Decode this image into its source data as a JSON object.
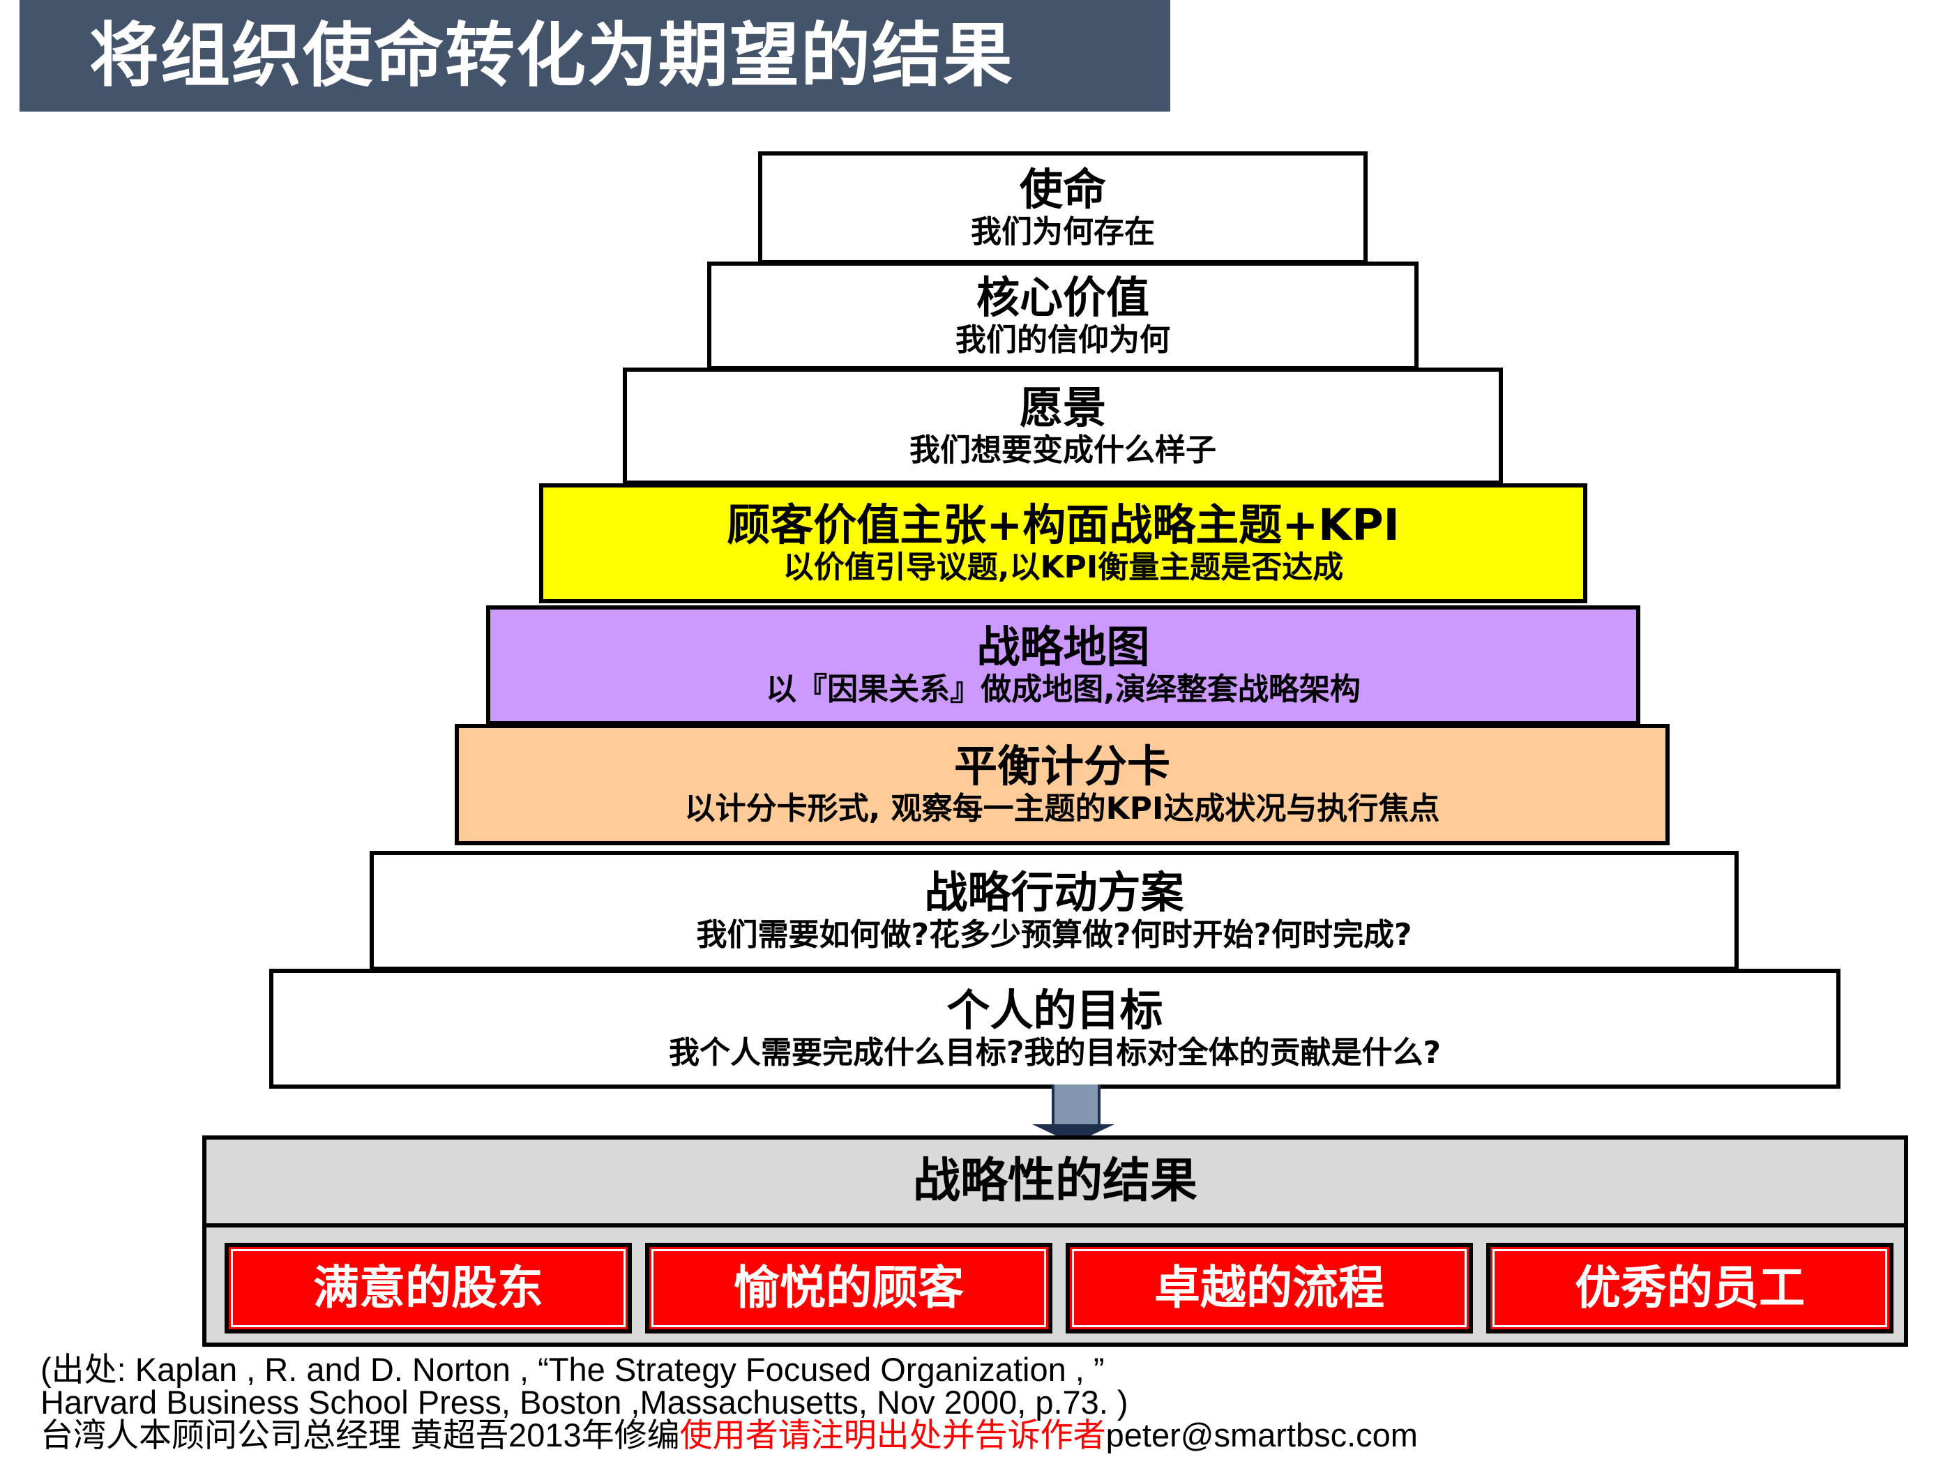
{
  "title": "将组织使命转化为期望的结果",
  "pyramid": [
    {
      "main": "使命",
      "sub": "我们为何存在"
    },
    {
      "main": "核心价值",
      "sub": "我们的信仰为何"
    },
    {
      "main": "愿景",
      "sub": "我们想要变成什么样子"
    },
    {
      "main": "顾客价值主张+构面战略主题+KPI",
      "sub": "以价值引导议题,以KPI衡量主题是否达成"
    },
    {
      "main": "战略地图",
      "sub": "以『因果关系』做成地图,演绎整套战略架构"
    },
    {
      "main": "平衡计分卡",
      "sub": "以计分卡形式, 观察每一主题的KPI达成状况与执行焦点"
    },
    {
      "main": "战略行动方案",
      "sub": "我们需要如何做?花多少预算做?何时开始?何时完成?"
    },
    {
      "main": "个人的目标",
      "sub": "我个人需要完成什么目标?我的目标对全体的贡献是什么?"
    }
  ],
  "results": {
    "title": "战略性的结果",
    "items": [
      "满意的股东",
      "愉悦的顾客",
      "卓越的流程",
      "优秀的员工"
    ]
  },
  "footer": {
    "line1": "(出处: Kaplan , R. and D. Norton , “The Strategy Focused Organization , ”",
    "line2": " Harvard Business School Press, Boston ,Massachusetts, Nov 2000, p.73. )",
    "line3_a": "台湾人本顾问公司总经理  黄超吾2013年修编",
    "line3_red": "使用者请注明出处并告诉作者",
    "line3_b": "peter@smartbsc.com"
  },
  "colors": {
    "title_bg": "#44546a",
    "yellow": "#ffff00",
    "purple": "#cc99ff",
    "orange": "#ffcc99",
    "result_red": "#ff0000",
    "results_bg": "#d9d9d9",
    "arrow": "#8497b0"
  }
}
